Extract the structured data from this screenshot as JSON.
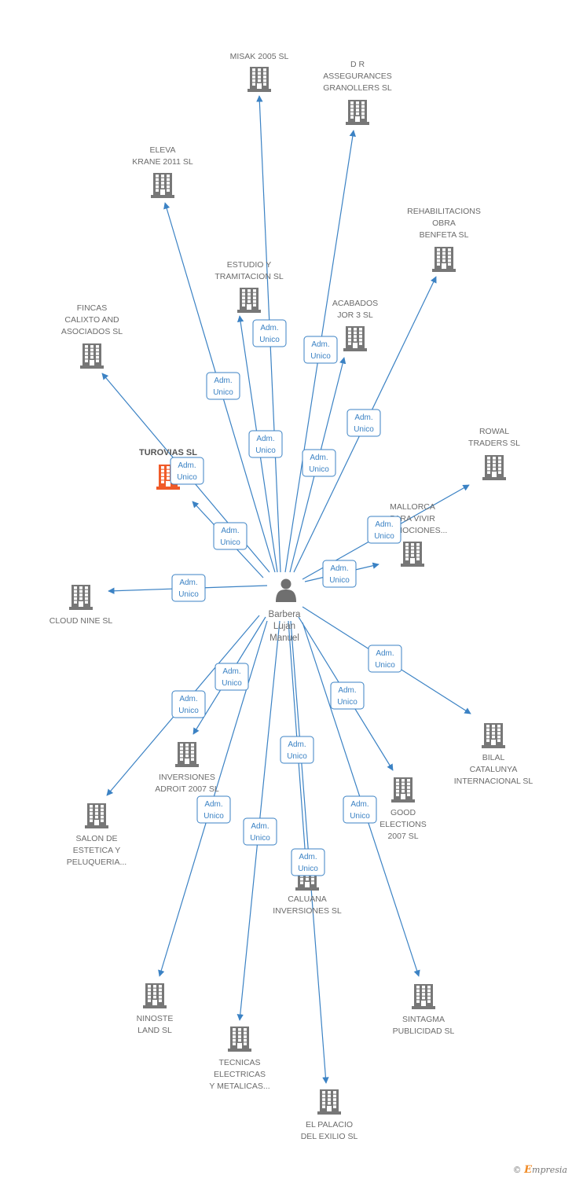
{
  "center": {
    "name": [
      "Barbera",
      "Lujan",
      "Manuel"
    ]
  },
  "relation_label": [
    "Adm.",
    "Unico"
  ],
  "colors": {
    "edge": "#3b82c4",
    "node": "#777777",
    "highlight": "#f05a28",
    "badge_border": "#3b82c4"
  },
  "companies": [
    {
      "name": [
        "MISAK 2005 SL"
      ],
      "highlight": false
    },
    {
      "name": [
        "D R",
        "ASSEGURANCES",
        "GRANOLLERS SL"
      ],
      "highlight": false
    },
    {
      "name": [
        "ELEVA",
        "KRANE 2011 SL"
      ],
      "highlight": false
    },
    {
      "name": [
        "REHABILITACIONS",
        "OBRA",
        "BENFETA SL"
      ],
      "highlight": false
    },
    {
      "name": [
        "ESTUDIO Y",
        "TRAMITACION SL"
      ],
      "highlight": false
    },
    {
      "name": [
        "ACABADOS",
        "JOR 3 SL"
      ],
      "highlight": false
    },
    {
      "name": [
        "FINCAS",
        "CALIXTO AND",
        "ASOCIADOS SL"
      ],
      "highlight": false
    },
    {
      "name": [
        "TUROVIAS SL"
      ],
      "highlight": true
    },
    {
      "name": [
        "ROWAL",
        "TRADERS SL"
      ],
      "highlight": false
    },
    {
      "name": [
        "MALLORCA",
        "PARA VIVIR",
        "PROMOCIONES..."
      ],
      "highlight": false
    },
    {
      "name": [
        "CLOUD NINE SL"
      ],
      "highlight": false
    },
    {
      "name": [
        "BILAL",
        "CATALUNYA",
        "INTERNACIONAL SL"
      ],
      "highlight": false
    },
    {
      "name": [
        "INVERSIONES",
        "ADROIT 2007 SL"
      ],
      "highlight": false
    },
    {
      "name": [
        "SALON DE",
        "ESTETICA Y",
        "PELUQUERIA..."
      ],
      "highlight": false
    },
    {
      "name": [
        "GOOD",
        "ELECTIONS",
        "2007 SL"
      ],
      "highlight": false
    },
    {
      "name": [
        "CALUANA",
        "INVERSIONES SL"
      ],
      "highlight": false
    },
    {
      "name": [
        "NINOSTE",
        "LAND SL"
      ],
      "highlight": false
    },
    {
      "name": [
        "SINTAGMA",
        "PUBLICIDAD SL"
      ],
      "highlight": false
    },
    {
      "name": [
        "TECNICAS",
        "ELECTRICAS",
        "Y METALICAS..."
      ],
      "highlight": false
    },
    {
      "name": [
        "EL PALACIO",
        "DEL EXILIO SL"
      ],
      "highlight": false
    }
  ],
  "brand": {
    "symbol": "©",
    "text": "mpresia",
    "initial": "E"
  }
}
